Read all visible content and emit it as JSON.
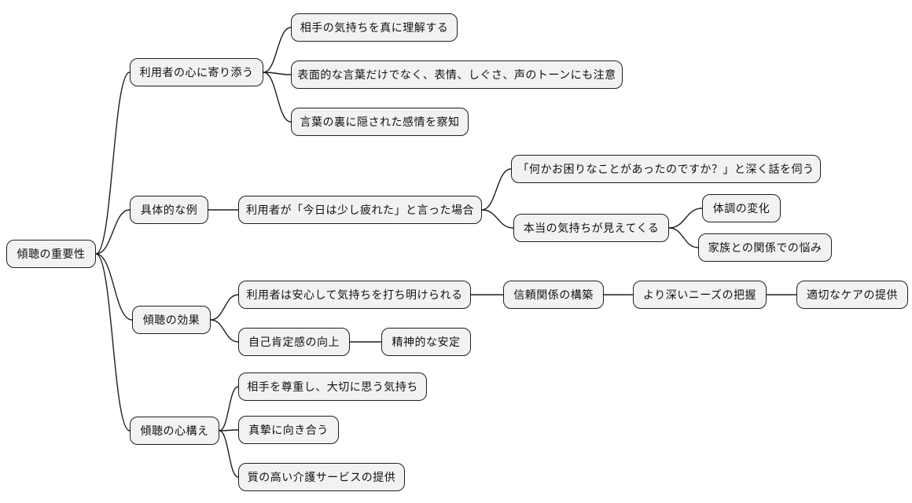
{
  "diagram": {
    "type": "mindmap",
    "title": "傾聴の重要性",
    "colors": {
      "background": "#ffffff",
      "node_fill": "#f2f2f2",
      "node_border": "#1f1f1f",
      "edge_stroke": "#1f1f1f",
      "text": "#111111"
    }
  },
  "tree": {
    "label": "傾聴の重要性",
    "children": [
      {
        "label": "利用者の心に寄り添う",
        "children": [
          {
            "label": "相手の気持ちを真に理解する"
          },
          {
            "label": "表面的な言葉だけでなく、表情、しぐさ、声のトーンにも注意"
          },
          {
            "label": "言葉の裏に隠された感情を察知"
          }
        ]
      },
      {
        "label": "具体的な例",
        "children": [
          {
            "label": "利用者が「今日は少し疲れた」と言った場合",
            "children": [
              {
                "label": "「何かお困りなことがあったのですか？」と深く話を伺う"
              },
              {
                "label": "本当の気持ちが見えてくる",
                "children": [
                  {
                    "label": "体調の変化"
                  },
                  {
                    "label": "家族との関係での悩み"
                  }
                ]
              }
            ]
          }
        ]
      },
      {
        "label": "傾聴の効果",
        "children": [
          {
            "label": "利用者は安心して気持ちを打ち明けられる",
            "children": [
              {
                "label": "信頼関係の構築",
                "children": [
                  {
                    "label": "より深いニーズの把握",
                    "children": [
                      {
                        "label": "適切なケアの提供"
                      }
                    ]
                  }
                ]
              }
            ]
          },
          {
            "label": "自己肯定感の向上",
            "children": [
              {
                "label": "精神的な安定"
              }
            ]
          }
        ]
      },
      {
        "label": "傾聴の心構え",
        "children": [
          {
            "label": "相手を尊重し、大切に思う気持ち"
          },
          {
            "label": "真摯に向き合う"
          },
          {
            "label": "質の高い介護サービスの提供"
          }
        ]
      }
    ]
  }
}
